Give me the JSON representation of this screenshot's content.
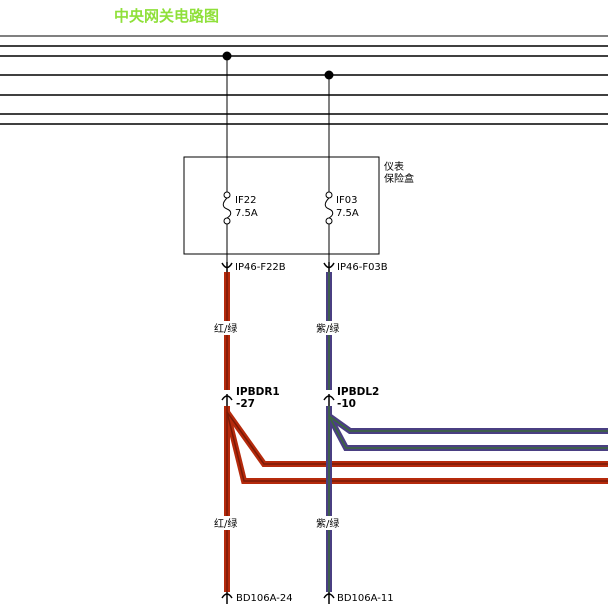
{
  "title": "中央网关电路图",
  "colors": {
    "title": "#8fe03a",
    "red_green_outer": "#b52a0c",
    "red_green_core": "#7a1a06",
    "purple_green_outer": "#4a3f82",
    "purple_green_core": "#2e2a5c",
    "green_trace": "#3a6a3a",
    "line": "#000000"
  },
  "fuse_box": {
    "label_line1": "仪表",
    "label_line2": "保险盒"
  },
  "fuses": [
    {
      "name": "IF22",
      "rating": "7.5A"
    },
    {
      "name": "IF03",
      "rating": "7.5A"
    }
  ],
  "connectors": {
    "left_top": "IP46-F22B",
    "right_top": "IP46-F03B",
    "left_mid_line1": "IPBDR1",
    "left_mid_line2": "-27",
    "right_mid_line1": "IPBDL2",
    "right_mid_line2": "-10",
    "left_bottom": "BD106A-24",
    "right_bottom": "BD106A-11"
  },
  "wire_colors": {
    "left_upper": "红/绿",
    "right_upper": "紫/绿",
    "left_lower": "红/绿",
    "right_lower": "紫/绿"
  }
}
